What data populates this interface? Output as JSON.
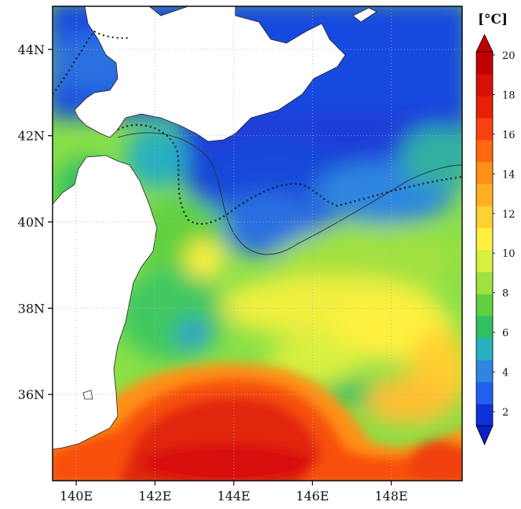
{
  "map": {
    "lat_ticks": [
      {
        "value": 44,
        "label": "44N"
      },
      {
        "value": 42,
        "label": "42N"
      },
      {
        "value": 40,
        "label": "40N"
      },
      {
        "value": 38,
        "label": "38N"
      },
      {
        "value": 36,
        "label": "36N"
      }
    ],
    "lon_ticks": [
      {
        "value": 140,
        "label": "140E"
      },
      {
        "value": 142,
        "label": "142E"
      },
      {
        "value": 144,
        "label": "144E"
      },
      {
        "value": 146,
        "label": "146E"
      },
      {
        "value": 148,
        "label": "148E"
      }
    ],
    "extent": {
      "lon": [
        139.4,
        149.8
      ],
      "lat": [
        34.0,
        45.0
      ]
    },
    "gridlines": true
  },
  "colorbar": {
    "unit": "[°C]",
    "labels": [
      "2",
      "4",
      "6",
      "8",
      "10",
      "12",
      "14",
      "16",
      "18",
      "20"
    ],
    "colors": [
      "#1030d8",
      "#2060f0",
      "#2e86e0",
      "#28b0c0",
      "#30c060",
      "#60d040",
      "#a0e040",
      "#d8f040",
      "#fff040",
      "#ffd030",
      "#ffb020",
      "#ff9018",
      "#ff6810",
      "#f84010",
      "#e82008",
      "#d81008",
      "#c00000"
    ],
    "min_color": "#0a20c8",
    "max_color": "#c00000"
  }
}
